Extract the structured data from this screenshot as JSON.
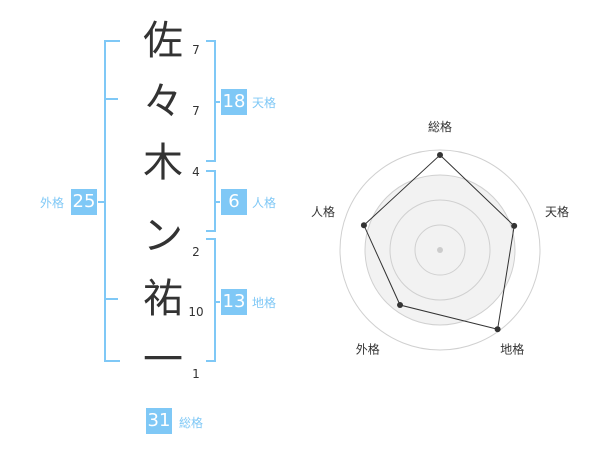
{
  "name": {
    "chars": [
      {
        "char": "佐",
        "strokes": "7"
      },
      {
        "char": "々",
        "strokes": "7"
      },
      {
        "char": "木",
        "strokes": "4"
      },
      {
        "char": "ン",
        "strokes": "2"
      },
      {
        "char": "祐",
        "strokes": "10"
      },
      {
        "char": "一",
        "strokes": "1"
      }
    ]
  },
  "fortune": {
    "tenkaku": {
      "value": "18",
      "label": "天格"
    },
    "jinkaku": {
      "value": "6",
      "label": "人格"
    },
    "chikaku": {
      "value": "13",
      "label": "地格"
    },
    "gaikaku": {
      "value": "25",
      "label": "外格"
    },
    "soukaku": {
      "value": "31",
      "label": "総格"
    }
  },
  "chart_data": {
    "type": "radar",
    "axes": [
      "総格",
      "天格",
      "地格",
      "外格",
      "人格"
    ],
    "values": [
      0.95,
      0.78,
      0.98,
      0.68,
      0.8
    ],
    "rings": 4,
    "colors": {
      "accent": "#7fc8f6",
      "fill": "#f2f2f2",
      "line": "#333333"
    }
  }
}
